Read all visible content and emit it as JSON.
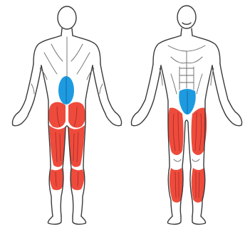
{
  "colors": {
    "background": "#ffffff",
    "outline": "#3a3a3a",
    "leg_muscles": "#ee4b3c",
    "core_muscles": "#1e9be0"
  },
  "figures": [
    {
      "view": "back",
      "highlighted": [
        "lower-back",
        "glutes",
        "hamstrings",
        "calves"
      ]
    },
    {
      "view": "front",
      "highlighted": [
        "lower-abs",
        "quadriceps",
        "shins"
      ]
    }
  ]
}
